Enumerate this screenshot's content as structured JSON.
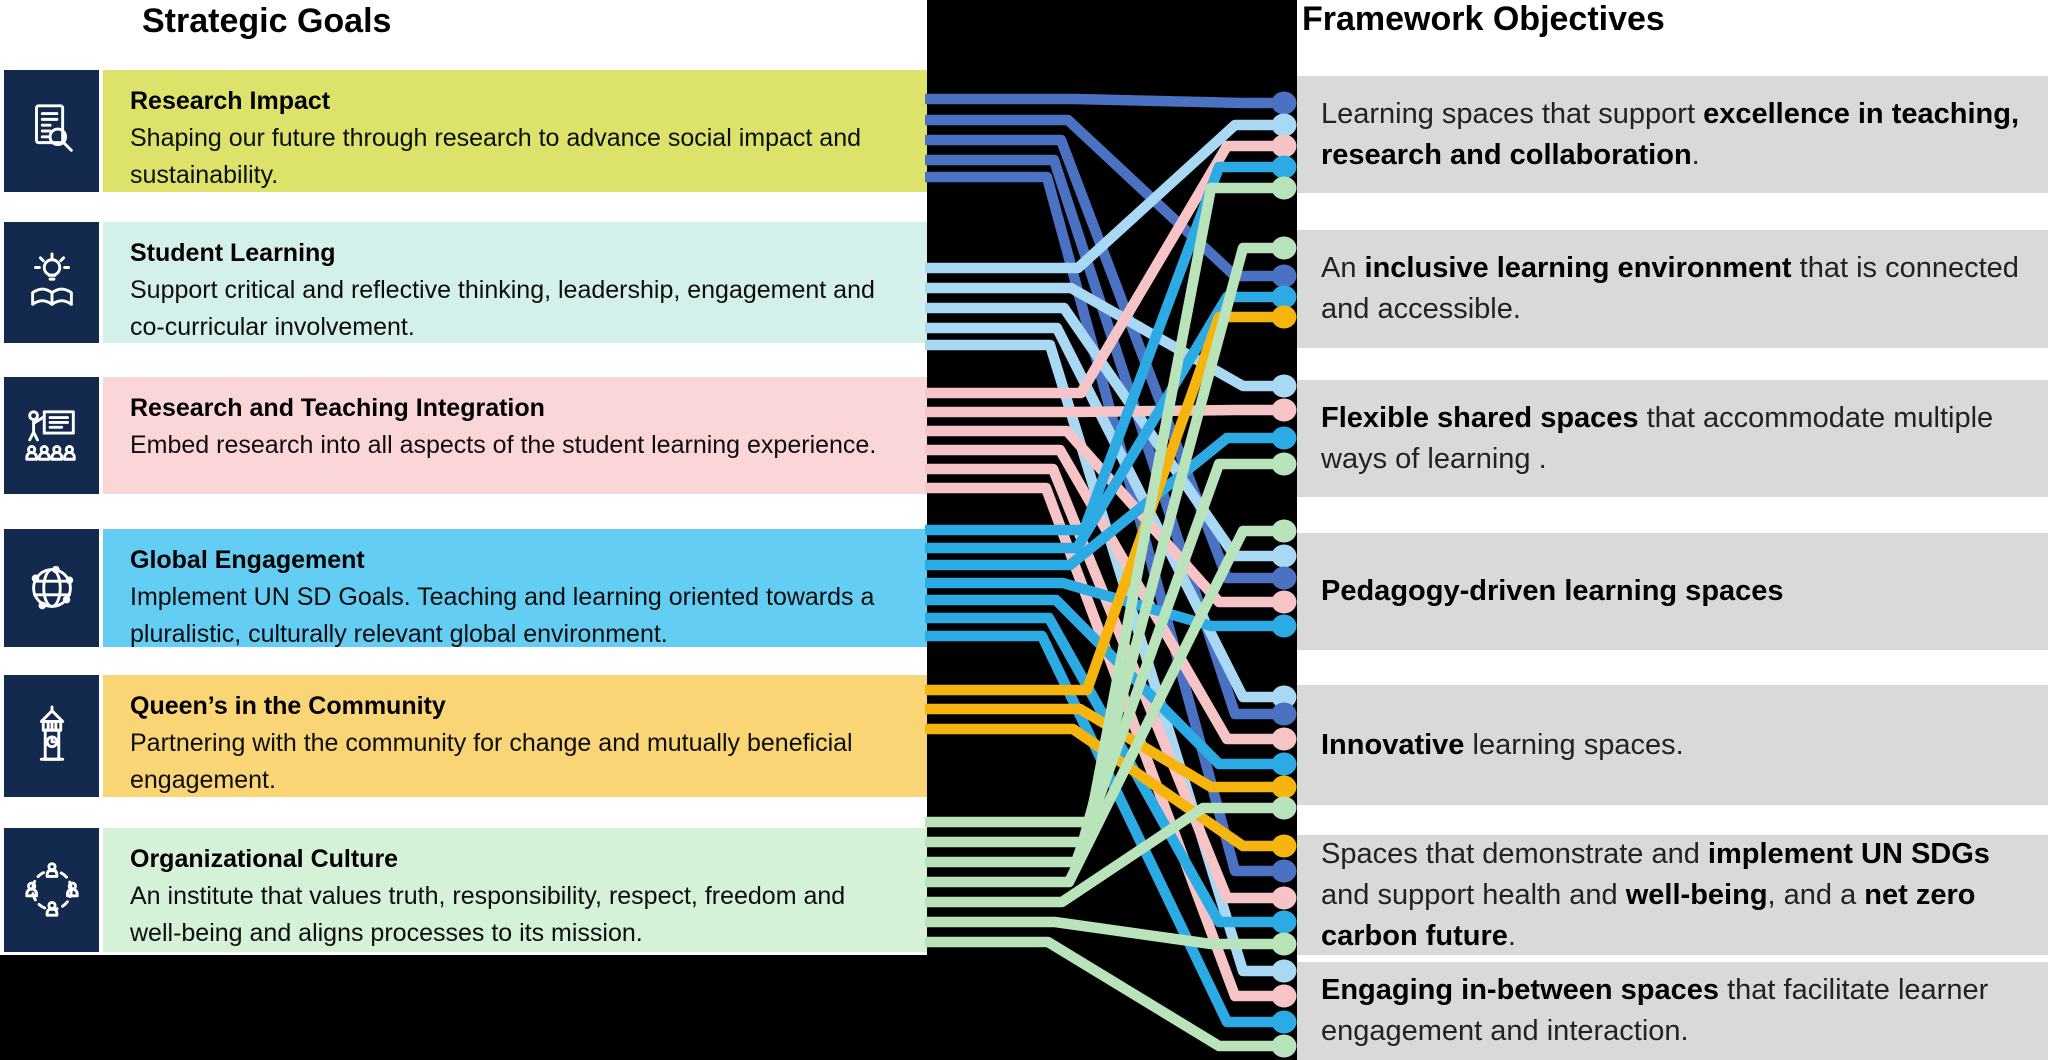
{
  "left_title": "Strategic Goals",
  "right_title": "Framework Objectives",
  "colors": {
    "background": "#000000",
    "panel": "#ffffff",
    "icon_square": "#13294d",
    "objective_box": "#d9d9d9"
  },
  "goals": [
    {
      "id": "research-impact",
      "title": "Research Impact",
      "description": "Shaping our future through research to advance social impact and sustainability.",
      "box_color": "#dce26a",
      "line_color": "#4a71c2",
      "icon": "document-search-icon"
    },
    {
      "id": "student-learning",
      "title": "Student Learning",
      "description": "Support critical and reflective thinking, leadership, engagement and co-curricular involvement.",
      "box_color": "#d4f0eb",
      "line_color": "#a8d8f3",
      "icon": "lightbulb-book-icon"
    },
    {
      "id": "research-teaching-integration",
      "title": "Research and Teaching Integration",
      "description": "Embed research into all aspects of the student learning experience.",
      "box_color": "#fbd6d8",
      "line_color": "#f6c3c6",
      "icon": "teacher-presentation-icon"
    },
    {
      "id": "global-engagement",
      "title": "Global Engagement",
      "description": "Implement UN SD Goals. Teaching and learning oriented towards a pluralistic, culturally relevant global environment.",
      "box_color": "#63cdf3",
      "line_color": "#2caae4",
      "icon": "globe-network-icon"
    },
    {
      "id": "queens-community",
      "title": "Queen’s in the Community",
      "description": "Partnering with the community for change and mutually beneficial engagement.",
      "box_color": "#fad576",
      "line_color": "#f6b40e",
      "icon": "clock-tower-icon"
    },
    {
      "id": "organizational-culture",
      "title": "Organizational Culture",
      "description": "An institute that values truth, responsibility, respect, freedom and well-being and aligns processes to its mission.",
      "box_color": "#d5f1d7",
      "line_color": "#b8e3bb",
      "icon": "community-circle-icon"
    }
  ],
  "objectives": [
    {
      "segments": [
        {
          "text": "Learning spaces that support ",
          "bold": false
        },
        {
          "text": "excellence in teaching, research and collaboration",
          "bold": true
        },
        {
          "text": ".",
          "bold": false
        }
      ],
      "sources": [
        "research-impact",
        "student-learning",
        "research-teaching-integration",
        "global-engagement",
        "organizational-culture"
      ]
    },
    {
      "segments": [
        {
          "text": "An ",
          "bold": false
        },
        {
          "text": "inclusive learning environment",
          "bold": true
        },
        {
          "text": " that is connected and accessible.",
          "bold": false
        }
      ],
      "sources": [
        "organizational-culture",
        "research-impact",
        "global-engagement",
        "queens-community"
      ]
    },
    {
      "segments": [
        {
          "text": "Flexible shared spaces",
          "bold": true
        },
        {
          "text": " that accommodate multiple ways of learning .",
          "bold": false
        }
      ],
      "sources": [
        "student-learning",
        "research-teaching-integration",
        "global-engagement",
        "organizational-culture"
      ]
    },
    {
      "segments": [
        {
          "text": "Pedagogy-driven learning spaces",
          "bold": true
        }
      ],
      "sources": [
        "organizational-culture",
        "student-learning",
        "research-impact",
        "research-teaching-integration",
        "global-engagement"
      ]
    },
    {
      "segments": [
        {
          "text": "Innovative",
          "bold": true
        },
        {
          "text": " learning spaces.",
          "bold": false
        }
      ],
      "sources": [
        "student-learning",
        "research-impact",
        "research-teaching-integration",
        "global-engagement",
        "queens-community",
        "organizational-culture"
      ]
    },
    {
      "segments": [
        {
          "text": "Spaces that demonstrate and ",
          "bold": false
        },
        {
          "text": "implement UN SDGs",
          "bold": true
        },
        {
          "text": " and support health and ",
          "bold": false
        },
        {
          "text": "well-being",
          "bold": true
        },
        {
          "text": ", and a ",
          "bold": false
        },
        {
          "text": "net zero carbon future",
          "bold": true
        },
        {
          "text": ".",
          "bold": false
        }
      ],
      "sources": [
        "queens-community",
        "research-impact",
        "research-teaching-integration",
        "global-engagement",
        "organizational-culture"
      ]
    },
    {
      "segments": [
        {
          "text": "Engaging in-between spaces",
          "bold": true
        },
        {
          "text": " that facilitate learner engagement and interaction.",
          "bold": false
        }
      ],
      "sources": [
        "student-learning",
        "research-teaching-integration",
        "global-engagement",
        "organizational-culture"
      ]
    }
  ]
}
